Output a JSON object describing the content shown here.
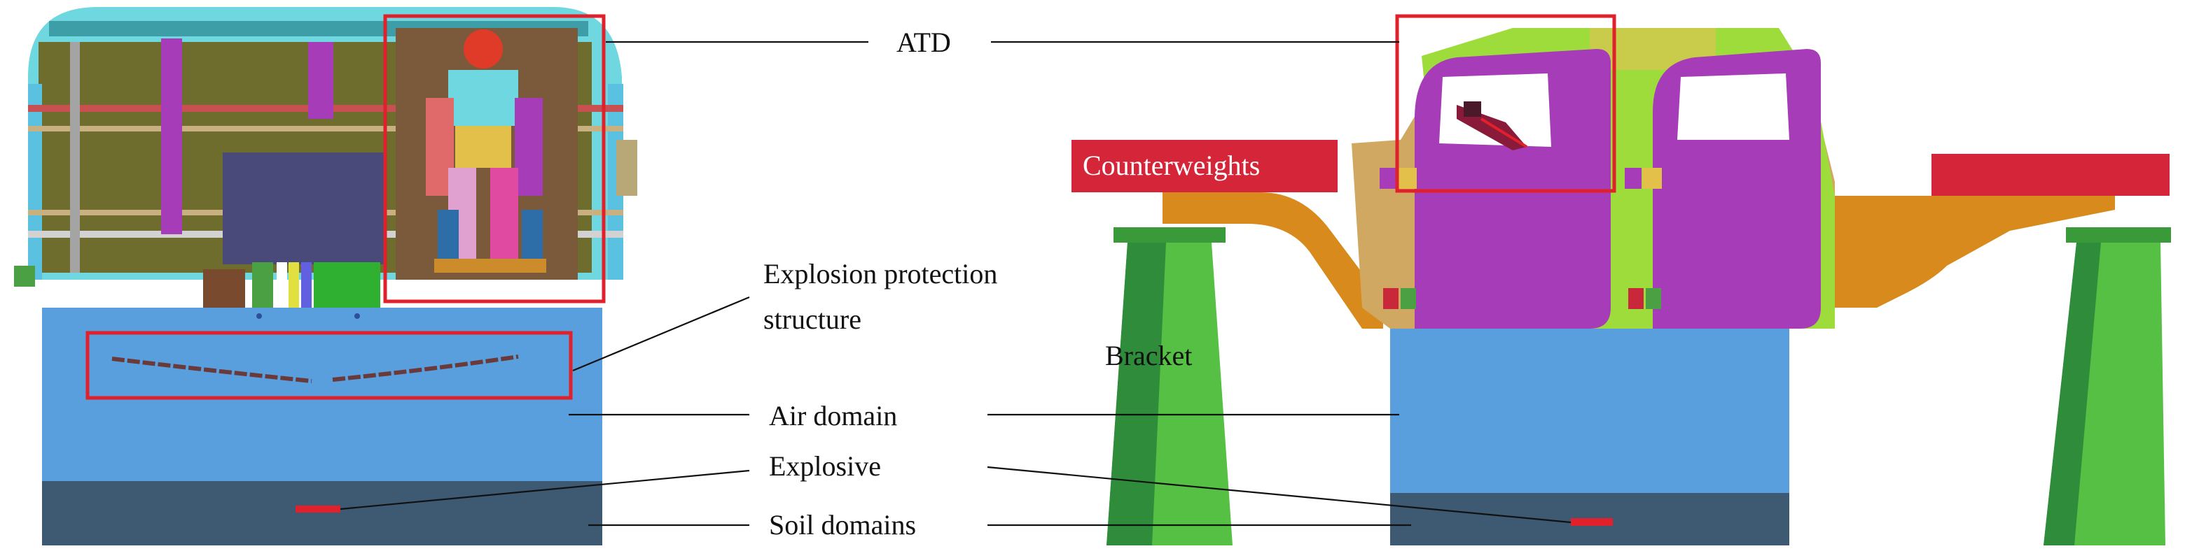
{
  "labels": {
    "atd": "ATD",
    "explosion_protection_line1": "Explosion protection",
    "explosion_protection_line2": "structure",
    "air_domain": "Air domain",
    "explosive": "Explosive",
    "soil_domains": "Soil domains",
    "counterweights": "Counterweights",
    "bracket": "Bracket"
  },
  "colors": {
    "air_domain": "#5a9fdd",
    "soil_domain": "#3e5a72",
    "highlight_box": "#e0202a",
    "explosive": "#e0202a",
    "counterweight": "#d42638",
    "bracket_light": "#55c043",
    "bracket_dark": "#2e8c3a",
    "seat_purple": "#a63cb8",
    "chassis_tan": "#d1a862",
    "frame_green": "#9edc3c",
    "arm_orange": "#d88a1c",
    "cabin_olive": "#6e6d2e",
    "cabin_cyan": "#6fd7e0"
  }
}
